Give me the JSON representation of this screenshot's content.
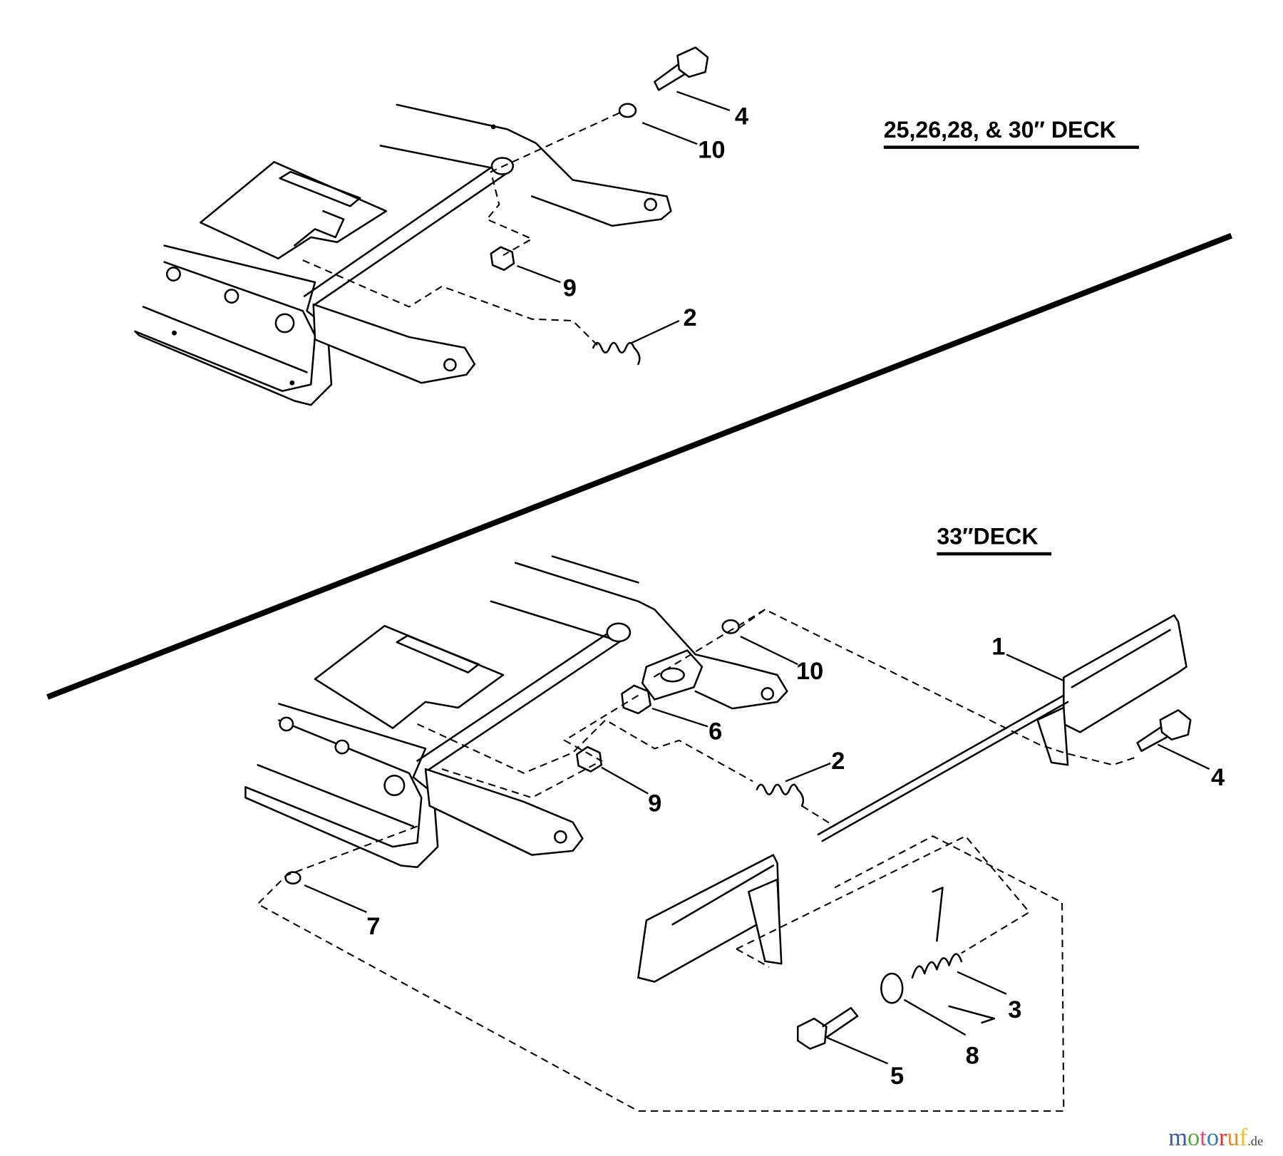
{
  "titles": {
    "upper": "25,26,28, & 30″ DECK",
    "lower": "33″DECK"
  },
  "upper_callouts": {
    "c4": "4",
    "c10": "10",
    "c9": "9",
    "c2": "2"
  },
  "lower_callouts": {
    "c1": "1",
    "c10": "10",
    "c6": "6",
    "c2": "2",
    "c9": "9",
    "c4": "4",
    "c7": "7",
    "c3": "3",
    "c8": "8",
    "c5": "5"
  },
  "watermark": {
    "brand": "motoruf",
    "tld": ".de"
  },
  "watermark_colors": [
    "#3b5ba5",
    "#5aa83a",
    "#e0457b",
    "#2f7fc1",
    "#e0302a",
    "#f08a1c",
    "#f2c21a"
  ]
}
